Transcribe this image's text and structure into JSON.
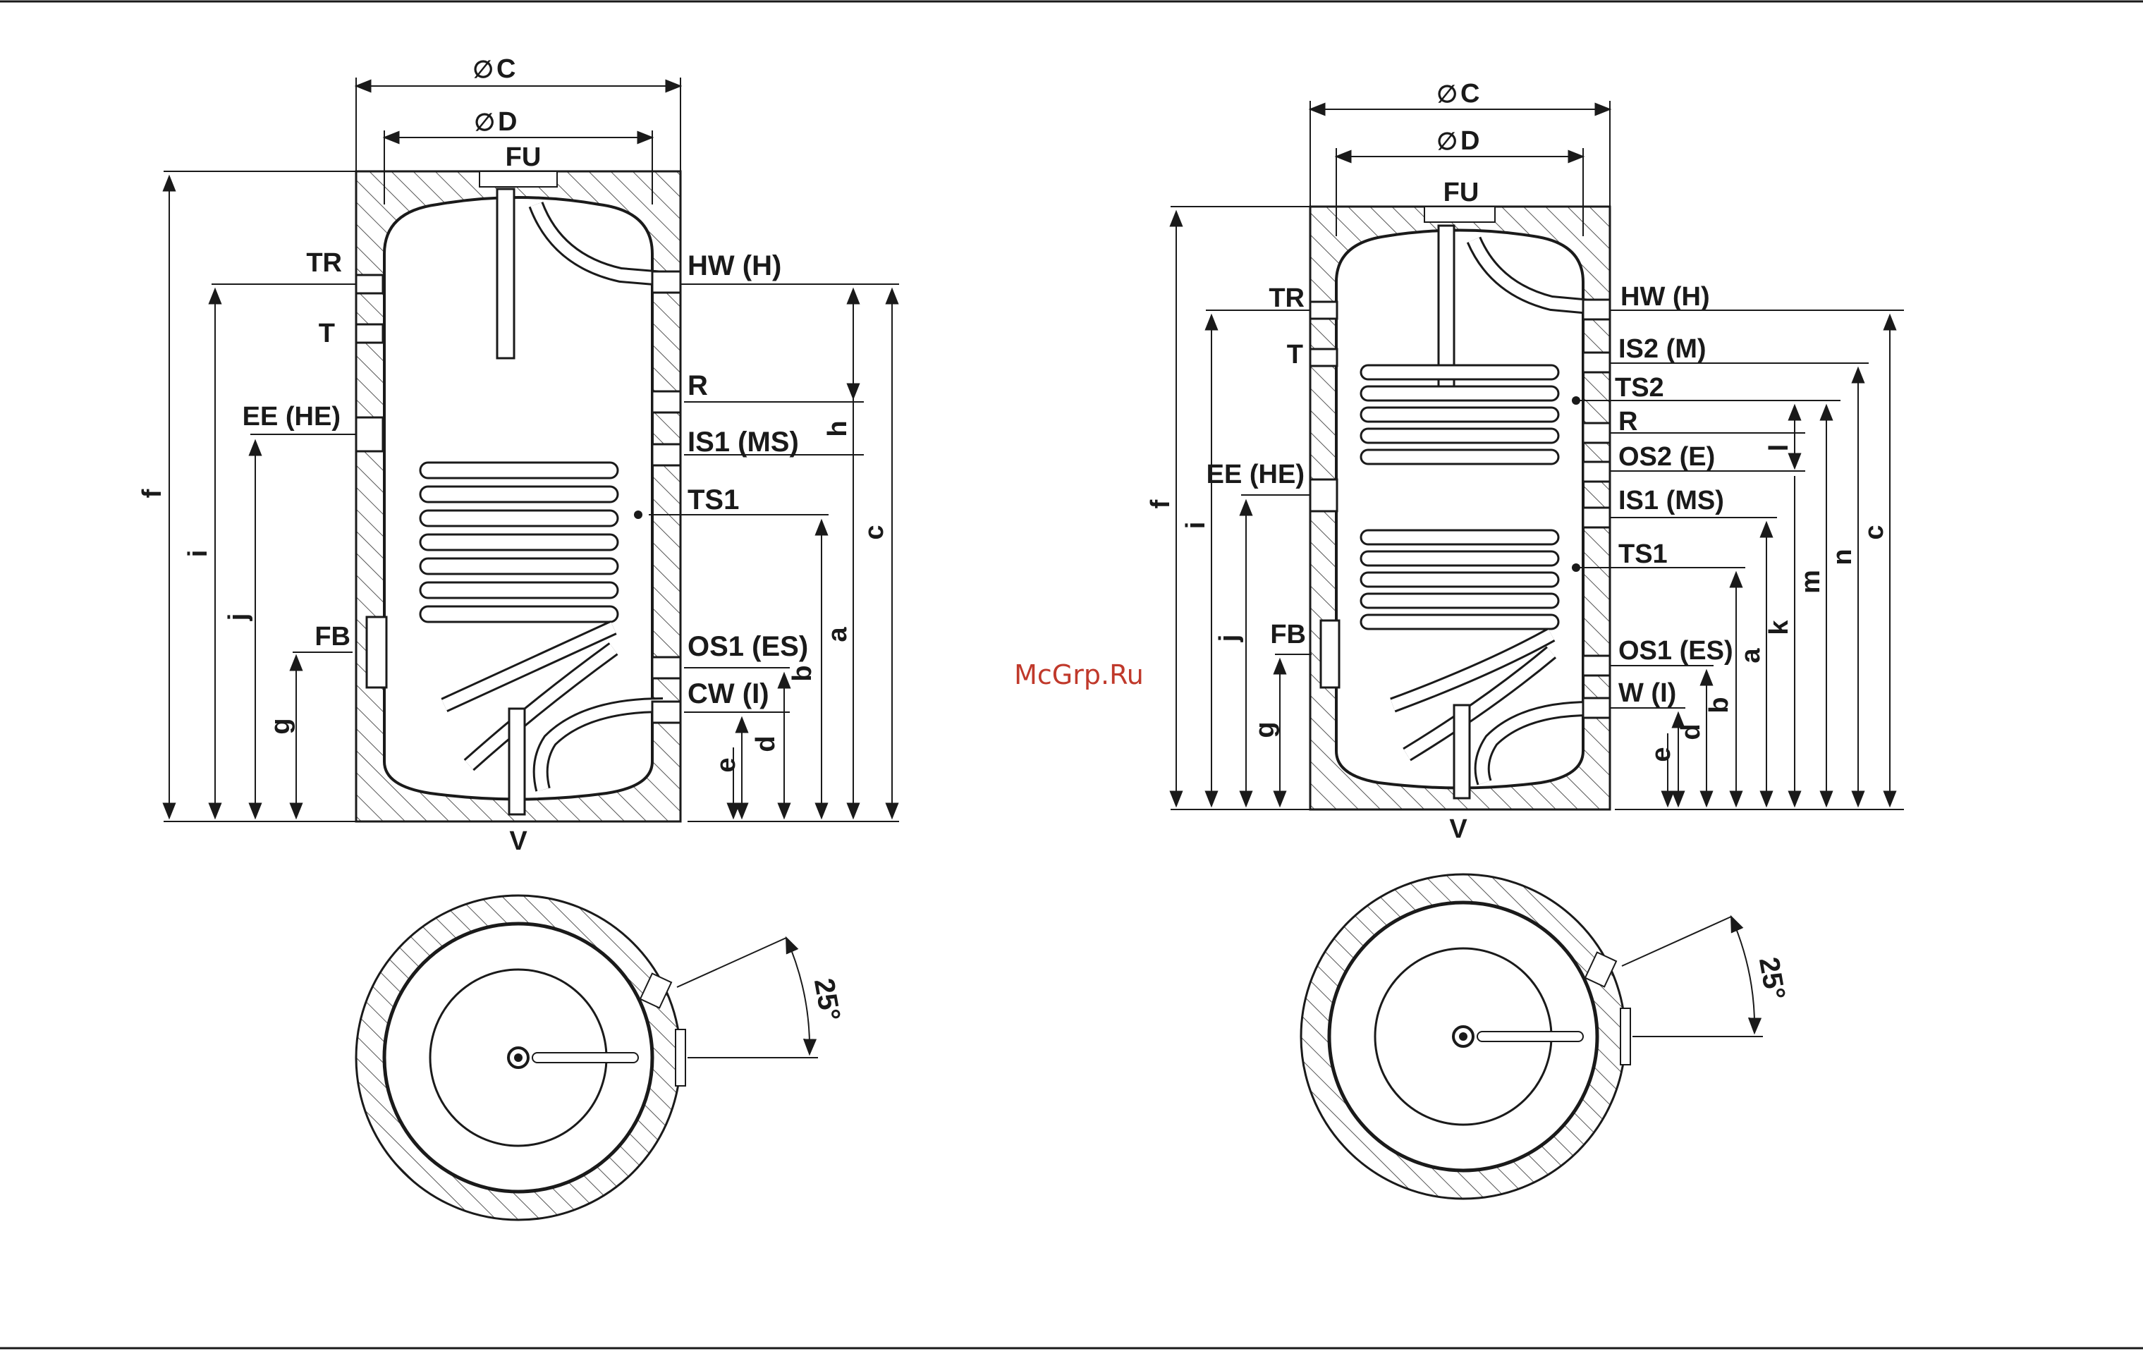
{
  "watermark": "McGrp.Ru",
  "colors": {
    "line": "#1a1a1a",
    "hatch": "#555555",
    "tank": "#ffffff",
    "watermark": "#c0392b"
  },
  "left_diagram": {
    "dim_top_outer": "C",
    "dim_top_inner": "D",
    "dim_symbol": "∅",
    "top_port": "FU",
    "bottom_port": "V",
    "left_ports": [
      "TR",
      "T",
      "EE (HE)",
      "FB"
    ],
    "right_ports": [
      "HW (H)",
      "R",
      "IS1 (MS)",
      "TS1",
      "OS1 (ES)",
      "CW (I)"
    ],
    "height_dims": [
      "f",
      "i",
      "j",
      "g"
    ],
    "right_dims": [
      "h",
      "c",
      "a",
      "b",
      "d",
      "e"
    ],
    "angle": "25°"
  },
  "right_diagram": {
    "dim_top_outer": "C",
    "dim_top_inner": "D",
    "dim_symbol": "∅",
    "top_port": "FU",
    "bottom_port": "V",
    "left_ports": [
      "TR",
      "T",
      "EE (HE)",
      "FB"
    ],
    "right_ports": [
      "HW (H)",
      "IS2 (M)",
      "TS2",
      "R",
      "OS2 (E)",
      "IS1 (MS)",
      "TS1",
      "OS1 (ES)",
      "W (I)"
    ],
    "height_dims": [
      "f",
      "i",
      "j",
      "g"
    ],
    "right_dims": [
      "l",
      "c",
      "n",
      "m",
      "k",
      "a",
      "b",
      "d",
      "e"
    ],
    "angle": "25°"
  }
}
